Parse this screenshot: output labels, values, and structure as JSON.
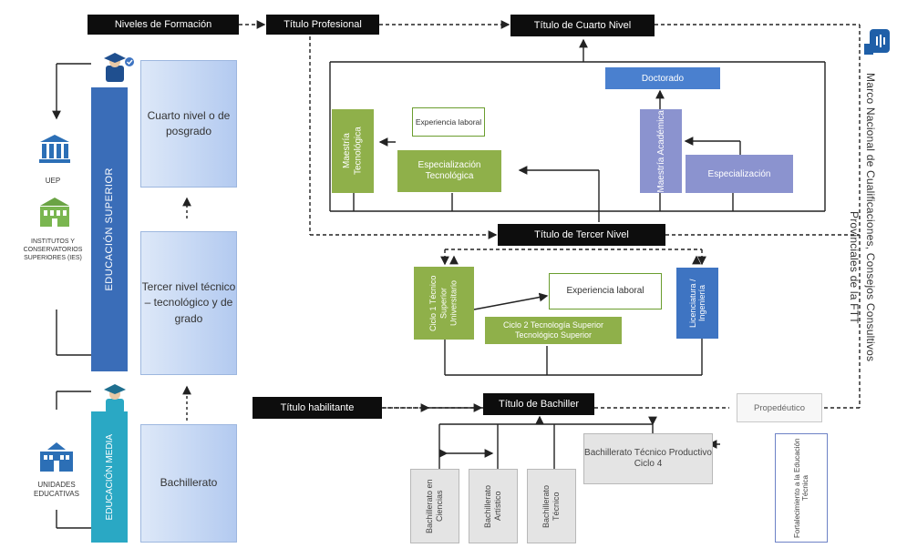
{
  "top": {
    "niveles": "Niveles de Formación",
    "titulo_profesional": "Título Profesional",
    "titulo_cuarto": "Título de Cuarto Nivel",
    "titulo_tercer": "Título de Tercer Nivel",
    "titulo_habilitante": "Título habilitante",
    "titulo_bachiller": "Título de Bachiller"
  },
  "left": {
    "cuarto_nivel": "Cuarto nivel o de posgrado",
    "tercer_nivel": "Tercer nivel técnico – tecnológico y de grado",
    "bachillerato": "Bachillerato",
    "educacion_superior": "EDUCACIÓN SUPERIOR",
    "educacion_media": "EDUCACIÓN MEDIA",
    "ues_label": "UEP",
    "institutos_label": "INSTITUTOS Y CONSERVATORIOS SUPERIORES (IES)",
    "unidades_label": "UNIDADES EDUCATIVAS"
  },
  "postgrad": {
    "maestria_tecnologica": "Maestría Tecnológica",
    "experiencia_laboral": "Experiencia laboral",
    "especializacion_tecnologica": "Especialización Tecnológica",
    "doctorado": "Doctorado",
    "maestria_academica": "Maestría Académica",
    "especializacion": "Especialización"
  },
  "tercer": {
    "ciclo_tecnico": "Ciclo 1 Técnico Superior Universitario",
    "experiencia_laboral": "Experiencia laboral",
    "ciclo_tecnologo": "Ciclo 2 Tecnología Superior Tecnológico Superior",
    "licenciatura": "Licenciatura / Ingeniería"
  },
  "bachiller": {
    "ciencias": "Bachillerato en Ciencias",
    "artistico": "Bachillerato Artístico",
    "tecnico": "Bachillerato Técnico",
    "tecnico_productivo": "Bachillerato Técnico Productivo Ciclo 4",
    "propedeutico": "Propedéutico",
    "fortalecimiento": "Fortalecimiento a la Educación Técnica"
  },
  "side_text": {
    "line1": "Marco Nacional de Cualificaciones, Consejos Consultivos",
    "line2": "Provinciales de la FTT"
  },
  "colors": {
    "black": "#0d0d0d",
    "green": "#8fb04a",
    "purple": "#8b93cf",
    "blue": "#3e74c2",
    "teal": "#2aa8c4"
  },
  "icons": [
    "graduate-icon",
    "university-icon",
    "institute-icon",
    "student-icon",
    "school-icon",
    "logo-icon"
  ]
}
